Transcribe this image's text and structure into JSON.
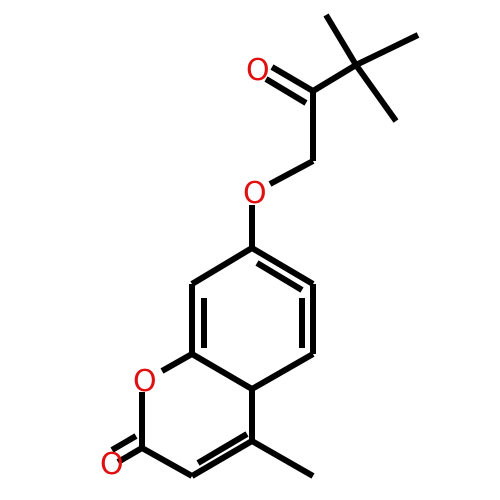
{
  "molecule": {
    "atoms": {
      "ring_oxygen": "O",
      "carbonyl_oxygen_lactone": "O",
      "ether_oxygen": "O",
      "ketone_oxygen": "O"
    },
    "colors": {
      "bond": "#000000",
      "oxygen": "#e01010",
      "background": "#ffffff"
    }
  }
}
